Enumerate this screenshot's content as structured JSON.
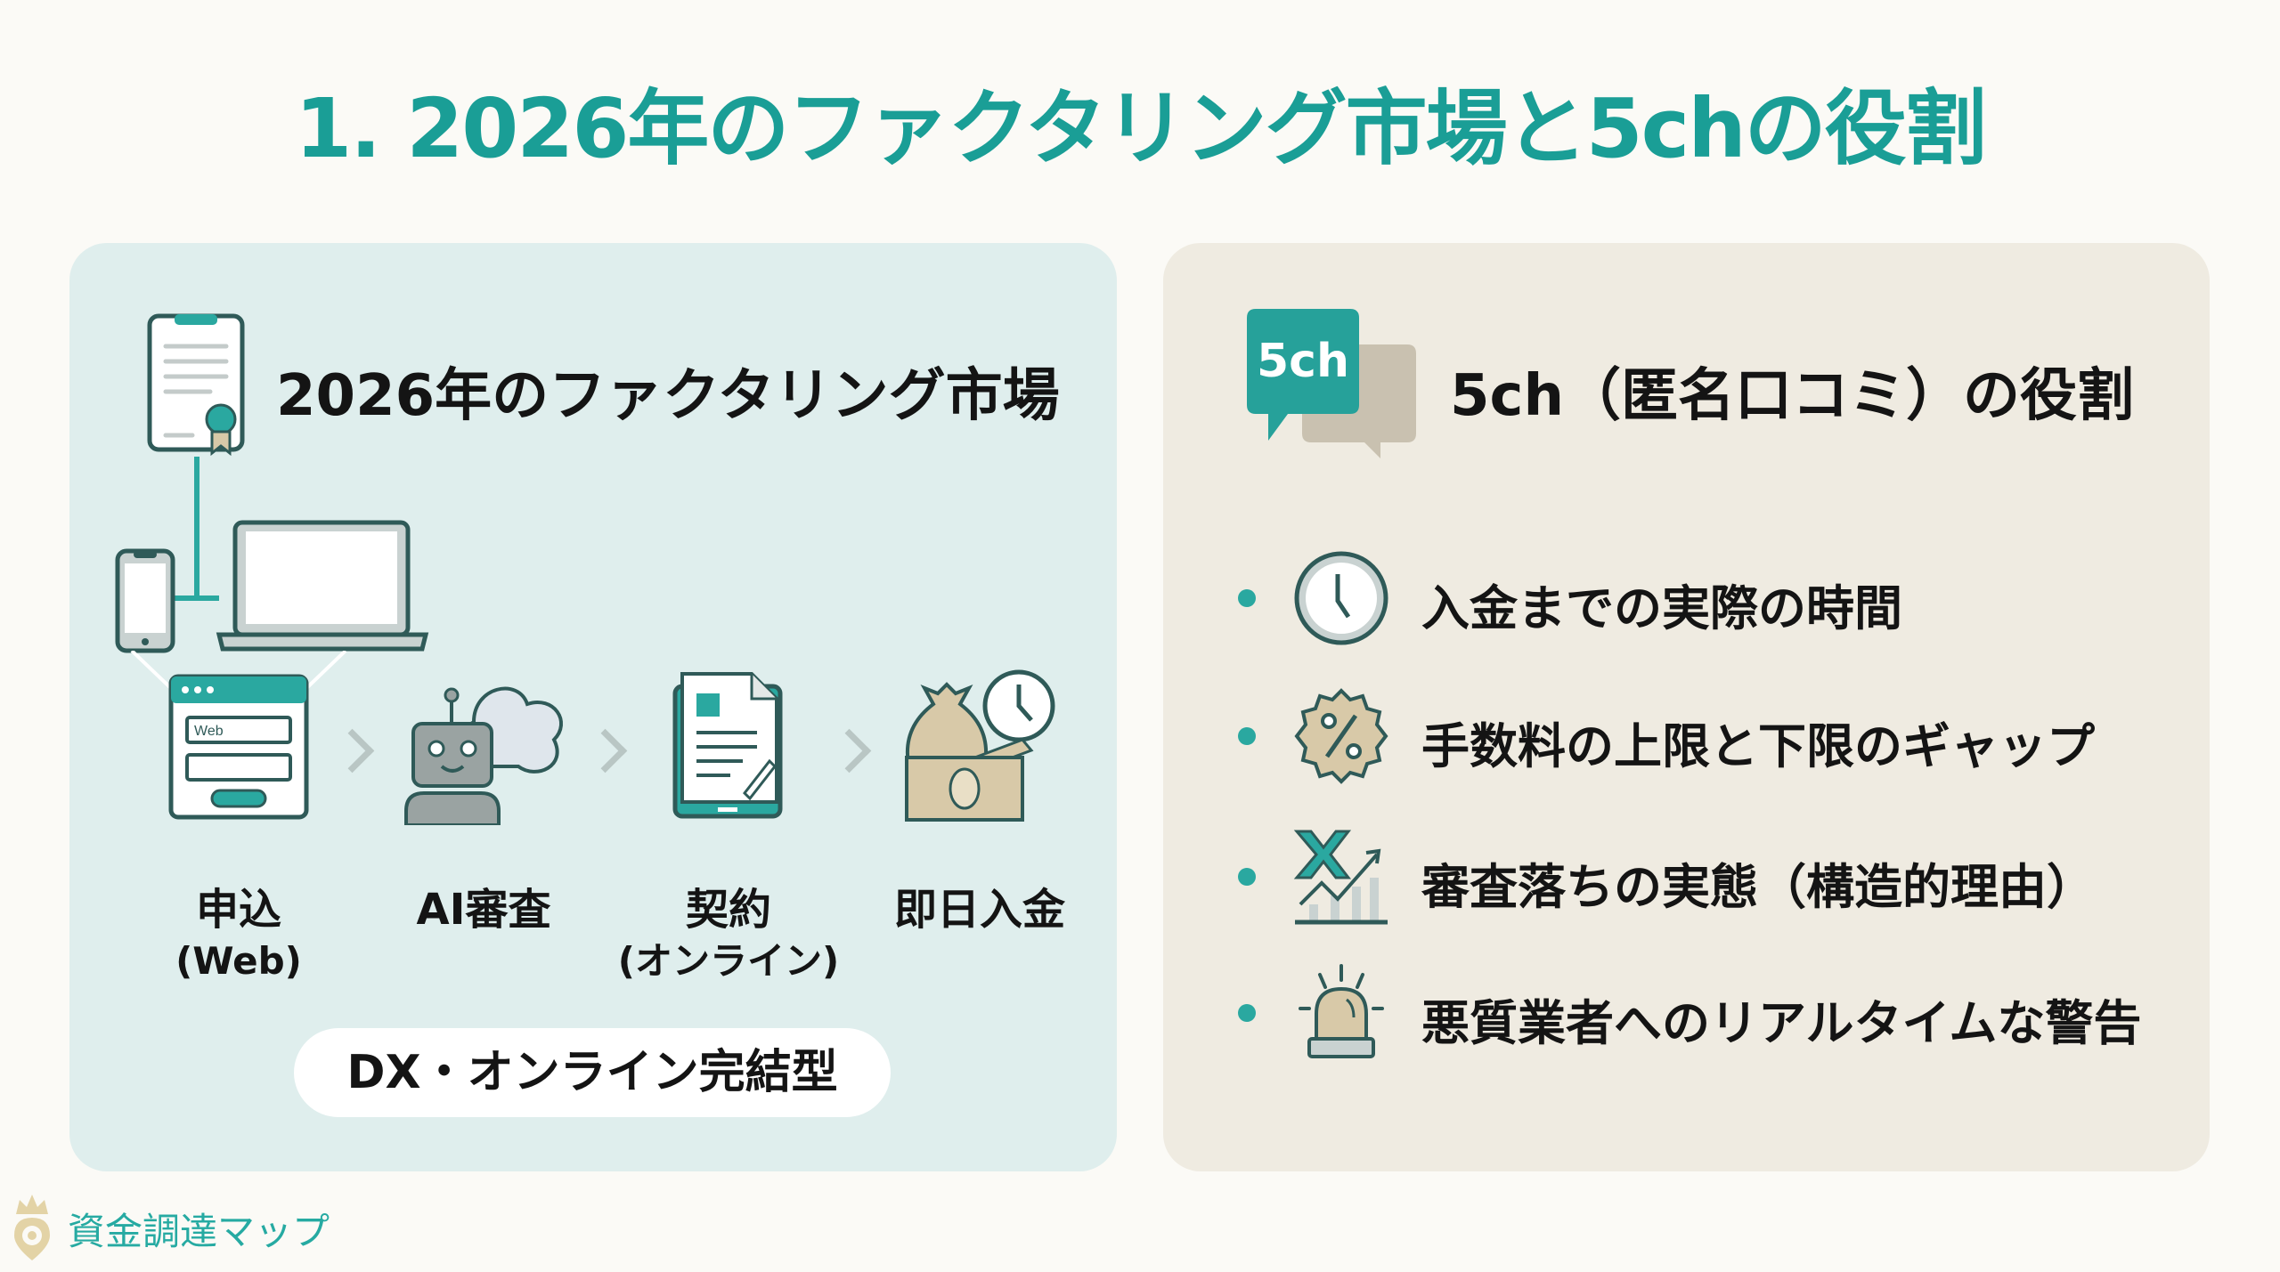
{
  "title": "1. 2026年のファクタリング市場と5chの役割",
  "left_card": {
    "heading": "2026年のファクタリング市場",
    "steps": [
      {
        "label": "申込",
        "sub": "(Web)",
        "icon": "web-form-icon",
        "field_text": "Web"
      },
      {
        "label": "AI審査",
        "sub": "",
        "icon": "ai-robot-cloud-icon"
      },
      {
        "label": "契約",
        "sub": "(オンライン)",
        "icon": "tablet-contract-icon"
      },
      {
        "label": "即日入金",
        "sub": "",
        "icon": "money-bag-clock-icon"
      }
    ],
    "pill": "DX・オンライン完結型"
  },
  "right_card": {
    "badge": "5ch",
    "heading": "5ch（匿名口コミ）の役割",
    "items": [
      {
        "text": "入金までの実際の時間",
        "icon": "clock-icon"
      },
      {
        "text": "手数料の上限と下限のギャップ",
        "icon": "percent-badge-icon"
      },
      {
        "text": "審査落ちの実態（構造的理由）",
        "icon": "rejected-chart-icon"
      },
      {
        "text": "悪質業者へのリアルタイムな警告",
        "icon": "alarm-siren-icon"
      }
    ]
  },
  "footer": {
    "logo_text": "資金調達マップ"
  },
  "colors": {
    "accent": "#1a9e96",
    "teal": "#2aa8a0",
    "dark_outline": "#2f5a58",
    "left_card_bg": "#dfeeed",
    "right_card_bg": "#efebe1",
    "beige": "#d8c9a8",
    "page_bg": "#fbfaf6"
  }
}
